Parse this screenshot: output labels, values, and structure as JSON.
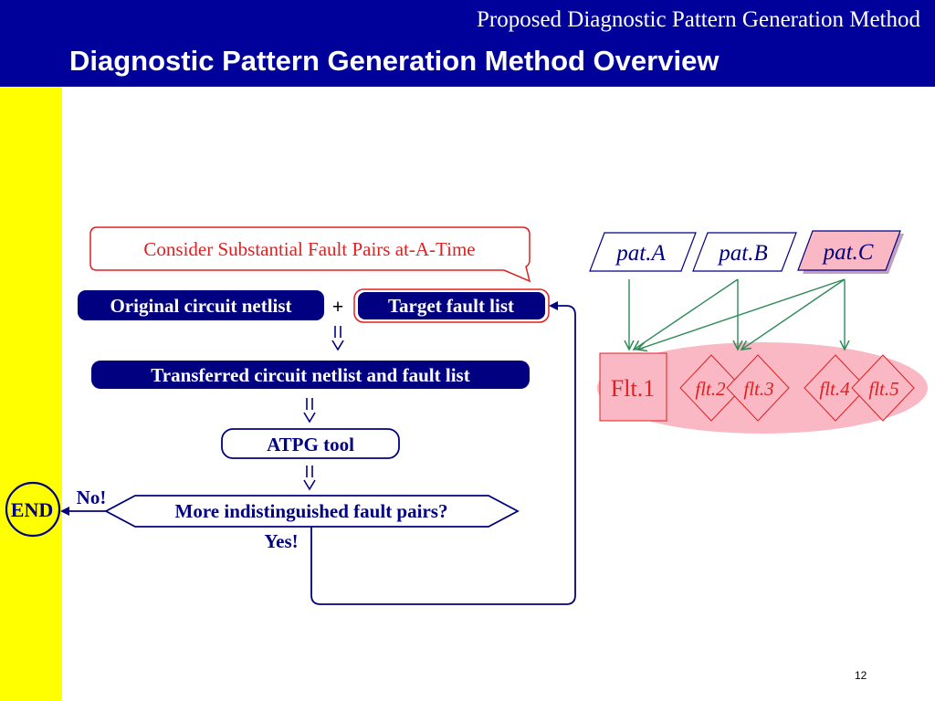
{
  "header": {
    "section_title": "Proposed Diagnostic Pattern Generation Method",
    "slide_title": "Diagnostic Pattern Generation Method Overview"
  },
  "callout": {
    "text": "Consider Substantial Fault Pairs at-A-Time"
  },
  "flow": {
    "original_netlist": "Original circuit netlist",
    "plus": "+",
    "target_fault_list": "Target fault list",
    "transferred": "Transferred circuit netlist and fault list",
    "atpg": "ATPG tool",
    "decision": "More indistinguished fault pairs?",
    "no_label": "No!",
    "yes_label": "Yes!",
    "end": "END"
  },
  "patterns": [
    "pat.A",
    "pat.B",
    "pat.C"
  ],
  "faults": {
    "primary": "Flt.1",
    "others": [
      "flt.2",
      "flt.3",
      "flt.4",
      "flt.5"
    ]
  },
  "page_number": "12",
  "colors": {
    "header_bg": "#00009a",
    "sidebar": "#ffff00",
    "navy": "#000080",
    "red": "#e02020",
    "pink": "#f9b8c4",
    "green": "#2e8b57"
  }
}
